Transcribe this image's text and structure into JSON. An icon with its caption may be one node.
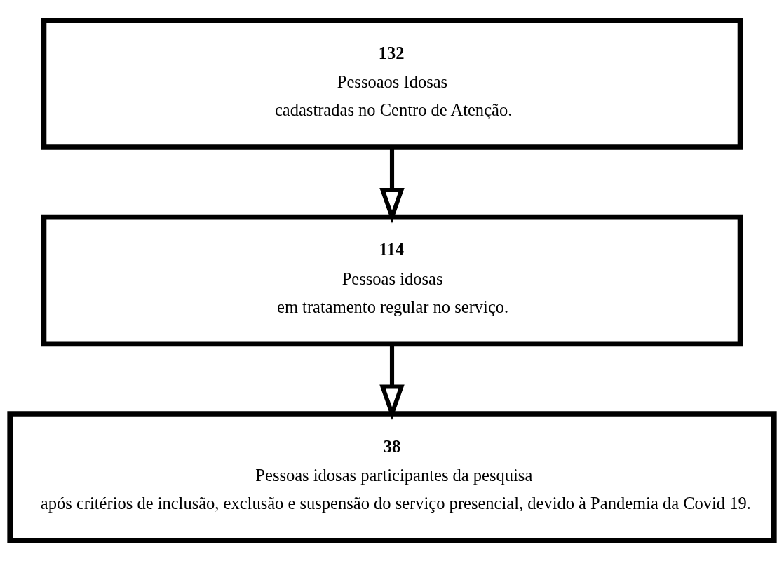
{
  "diagram": {
    "nodes": [
      {
        "text": [
          "132",
          "Pessoaos Idosas",
          "cadastradas no Centro de Atenção."
        ]
      },
      {
        "text": [
          "114",
          "Pessoas idosas",
          "em tratamento regular no serviço."
        ]
      },
      {
        "text": [
          "38",
          "Pessoas idosas participantes da pesquisa",
          "após critérios de inclusão, exclusão e suspensão do serviço presencial, devido à Pandemia da Covid 19."
        ]
      }
    ],
    "edges": [
      {
        "from": 0,
        "to": 1,
        "arrow": "to"
      },
      {
        "from": 1,
        "to": 2,
        "arrow": "to"
      }
    ]
  }
}
